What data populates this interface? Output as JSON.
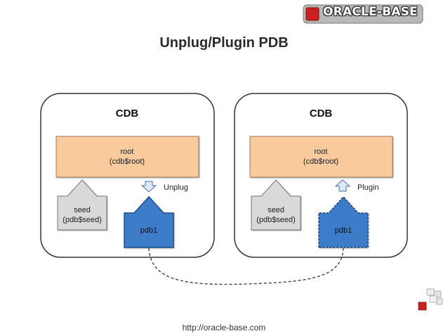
{
  "logo": {
    "text": "ORACLE-BASE"
  },
  "title": "Unplug/Plugin PDB",
  "diagram": {
    "left_cdb": {
      "label": "CDB",
      "root": {
        "line1": "root",
        "line2": "(cdb$root)"
      },
      "seed": {
        "line1": "seed",
        "line2": "(pdb$seed)"
      },
      "pdb": {
        "label": "pdb1"
      },
      "action_label": "Unplug"
    },
    "right_cdb": {
      "label": "CDB",
      "root": {
        "line1": "root",
        "line2": "(cdb$root)"
      },
      "seed": {
        "line1": "seed",
        "line2": "(pdb$seed)"
      },
      "pdb": {
        "label": "pdb1"
      },
      "action_label": "Plugin"
    }
  },
  "footer_url": "http://oracle-base.com",
  "colors": {
    "root_fill": "#f9cb9c",
    "seed_fill": "#d9d9d9",
    "pdb_fill": "#3d7cc9",
    "pdb_border": "#1f4e8c",
    "arrow_light": "#dce8f7",
    "cdb_border": "#333333"
  }
}
